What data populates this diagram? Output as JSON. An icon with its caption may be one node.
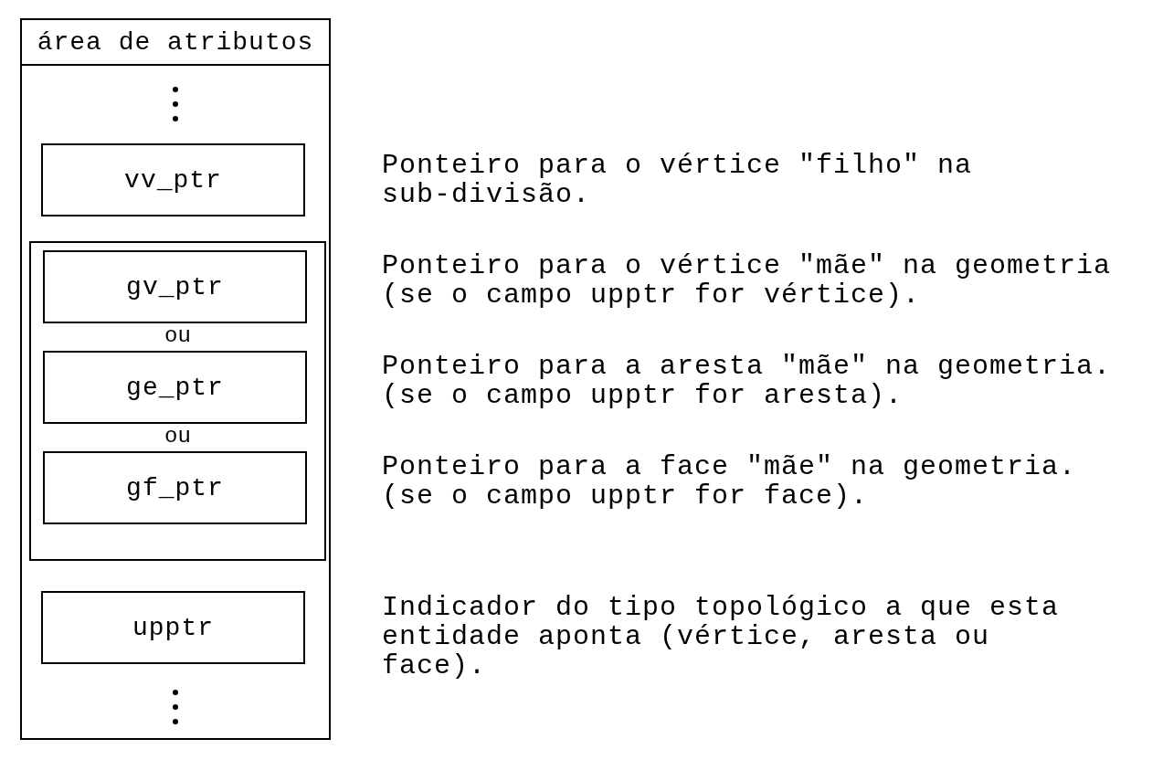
{
  "diagram": {
    "nodes": [
      {
        "text": [
          "área de atributos"
        ]
      },
      {
        "text": [
          "vv_ptr"
        ],
        "in": 0,
        "beside": [
          "Ponteiro para o vértice \"filho\" na sub-divisão."
        ]
      },
      {
        "text": [],
        "shape": "box",
        "in": 0
      },
      {
        "text": [
          "gv_ptr"
        ],
        "in": 2,
        "beside": [
          "Ponteiro para o vértice \"mãe\" na geometria (se o campo upptr for vértice)."
        ]
      },
      {
        "text": [
          "ge_ptr"
        ],
        "in": 2,
        "beside": [
          "Ponteiro para a aresta \"mãe\" na geometria. (se o campo upptr for aresta)."
        ]
      },
      {
        "text": [
          "gf_ptr"
        ],
        "in": 2,
        "beside": [
          "Ponteiro para a face \"mãe\" na geometria. (se o campo upptr for face)."
        ]
      },
      {
        "text": [
          "upptr"
        ],
        "in": 0,
        "beside": [
          "Indicador do tipo topológico a que esta entidade aponta (vértice, aresta ou face)."
        ]
      }
    ],
    "edges": [],
    "labels": [
      "ou",
      "ou"
    ]
  }
}
